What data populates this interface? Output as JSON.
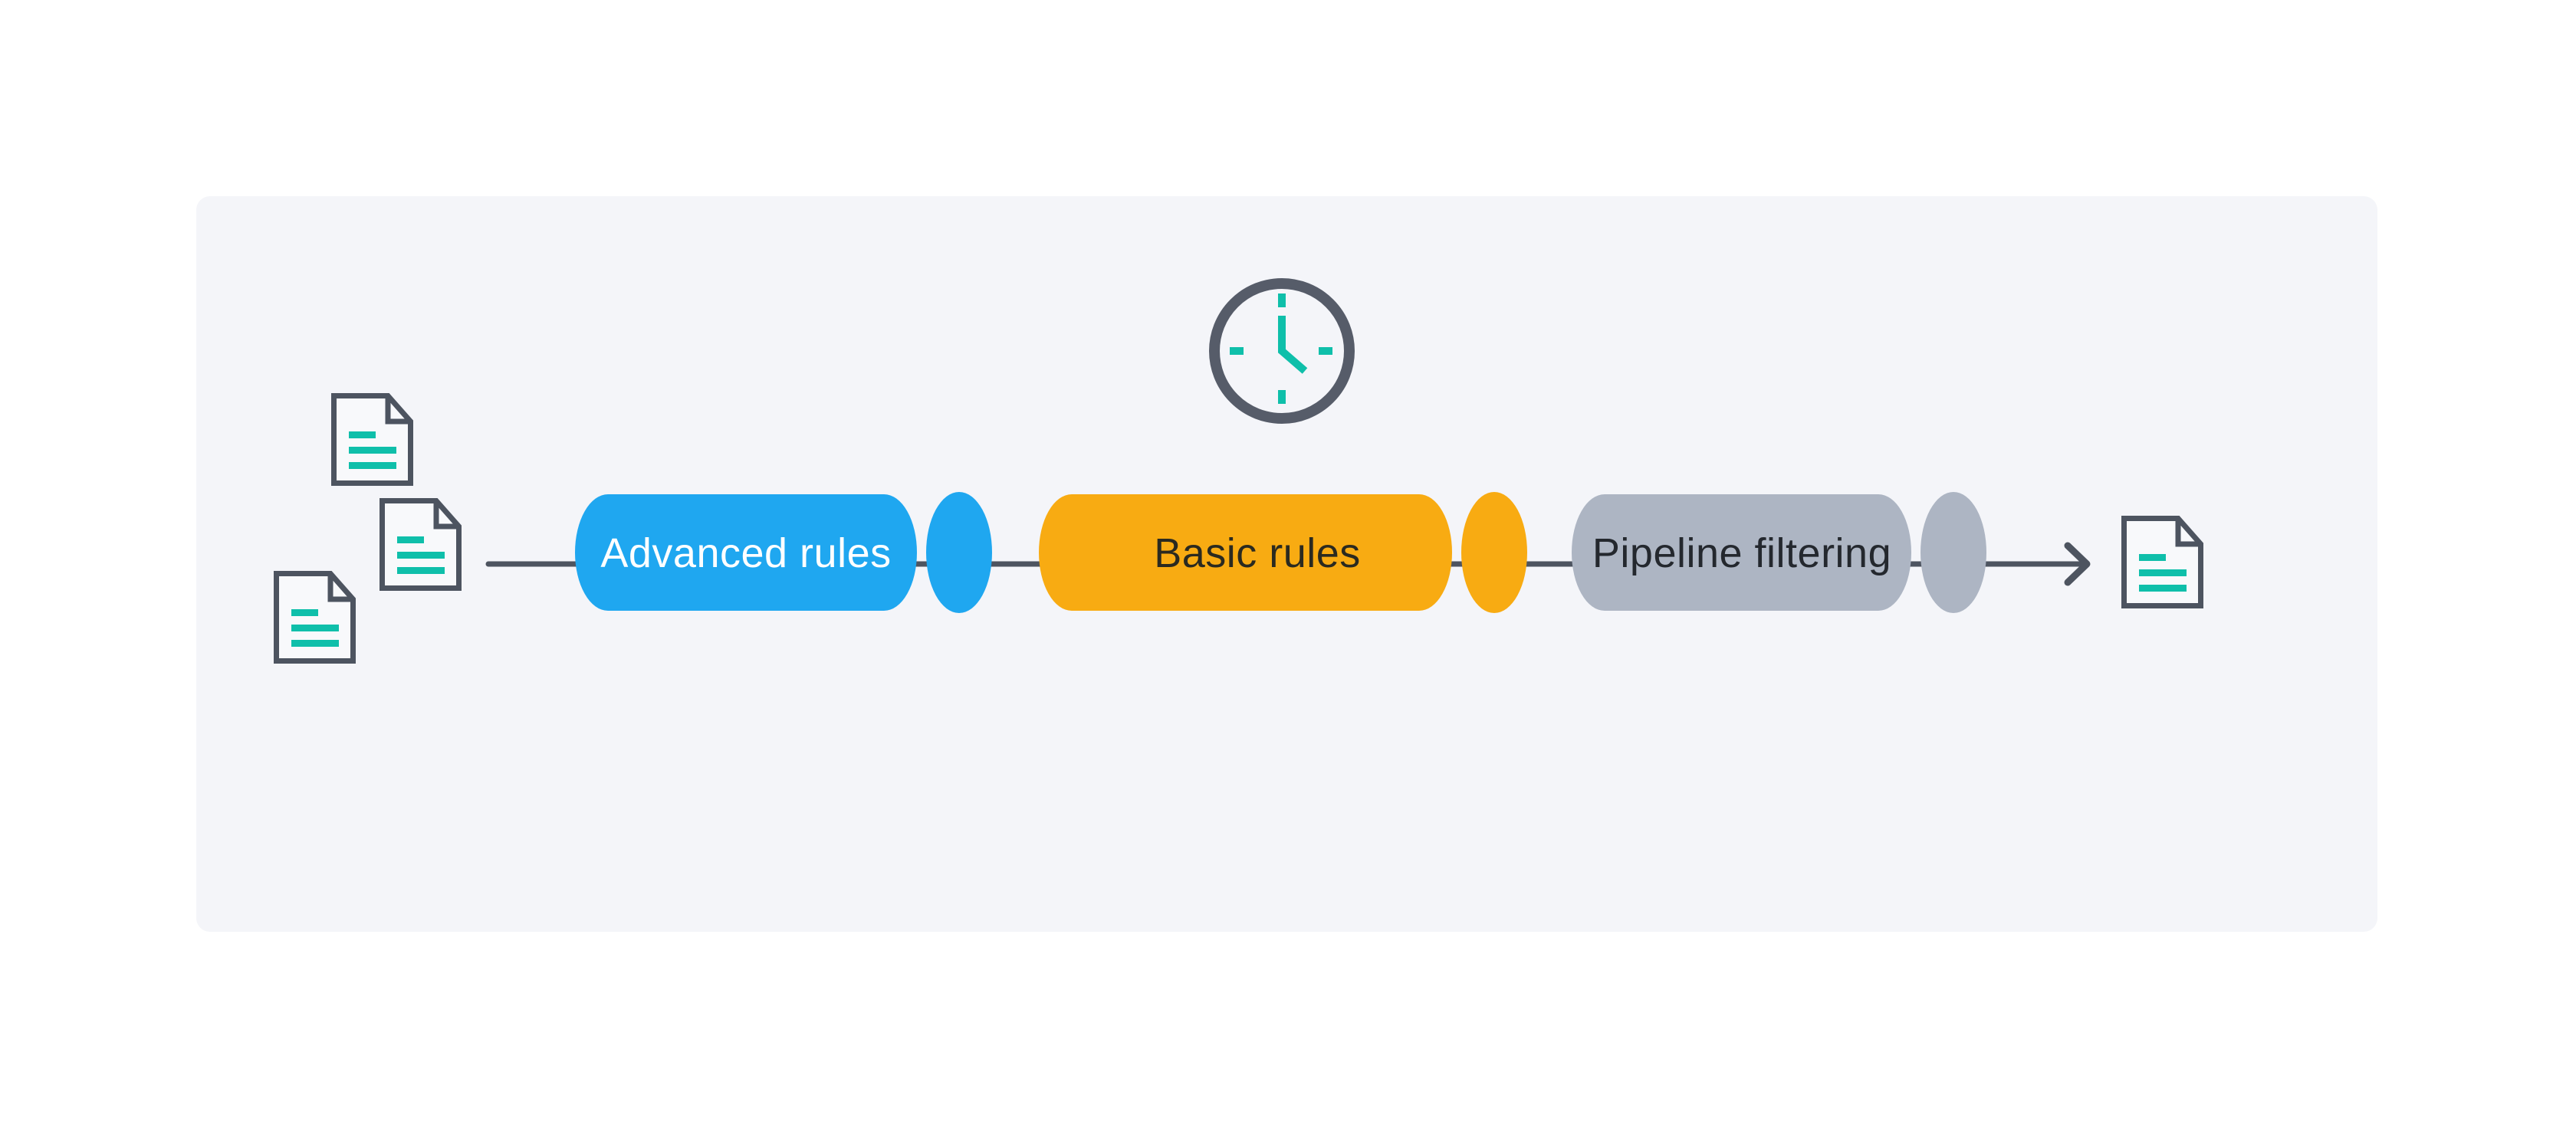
{
  "diagram": {
    "panel": {
      "background": "#F4F5F9"
    },
    "connector": {
      "color": "#4D5460"
    },
    "accent_teal": "#0FBFAA",
    "icon_outline": "#4D5460",
    "clock_ring": "#565C69",
    "doc_fill": "#F8F9FB",
    "input_documents_count": 3,
    "output_documents_count": 1,
    "stages": [
      {
        "label": "Advanced rules",
        "fill": "#1FA7F0",
        "text_color": "#FFFFFF"
      },
      {
        "label": "Basic rules",
        "fill": "#F8AB12",
        "text_color": "#2B2A20"
      },
      {
        "label": "Pipeline filtering",
        "fill": "#ADB5C3",
        "text_color": "#24282E"
      }
    ]
  }
}
